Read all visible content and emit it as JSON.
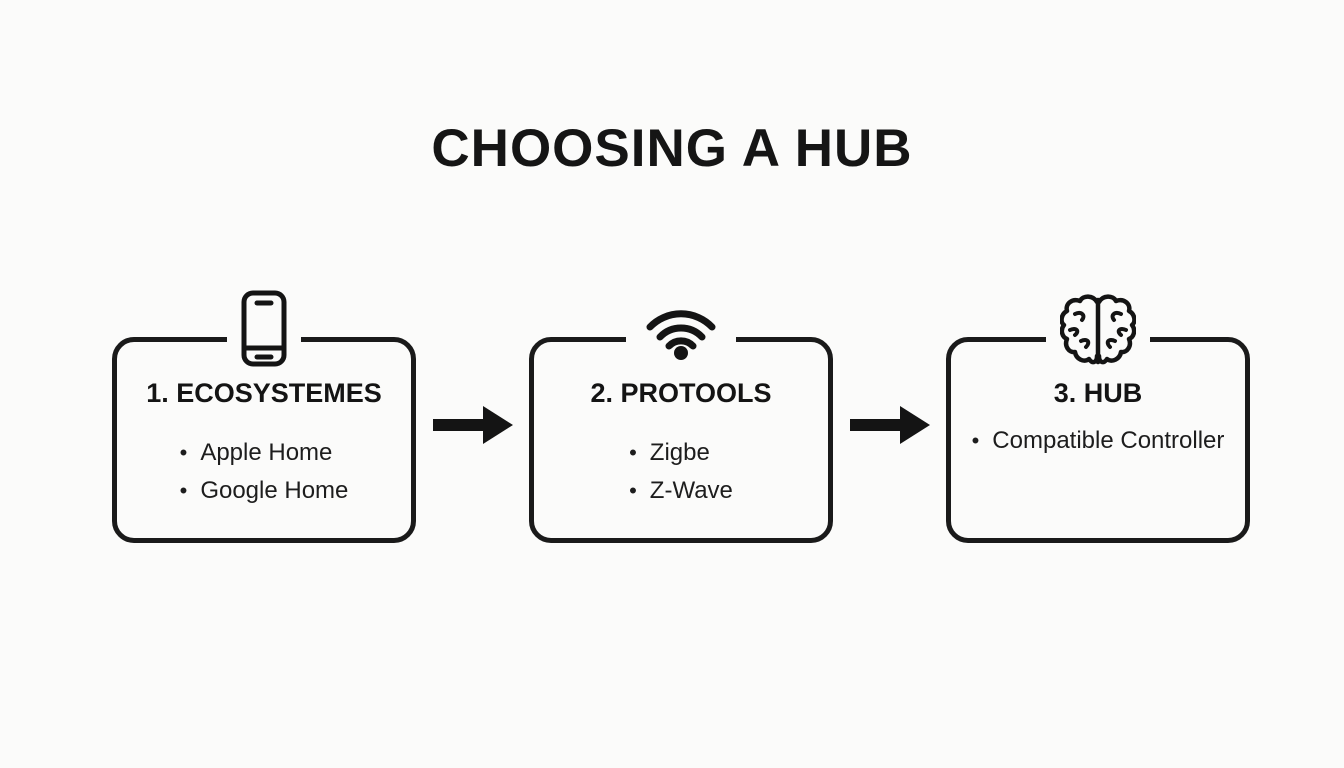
{
  "title": "CHOOSING A HUB",
  "ui": {
    "bullet": "•"
  },
  "steps": [
    {
      "id": "ecosystems",
      "icon": "smartphone-icon",
      "heading": "1. ECOSYSTEMES",
      "items": [
        "Apple Home",
        "Google Home"
      ]
    },
    {
      "id": "protocols",
      "icon": "wifi-icon",
      "heading": "2. PROTOOLS",
      "items": [
        "Zigbe",
        "Z-Wave"
      ]
    },
    {
      "id": "hub",
      "icon": "brain-icon",
      "heading": "3. HUB",
      "items": [
        "Compatible Controller"
      ]
    }
  ],
  "colors": {
    "ink": "#141414",
    "background": "#fbfbfa",
    "box_border": "#1a1a1a"
  }
}
